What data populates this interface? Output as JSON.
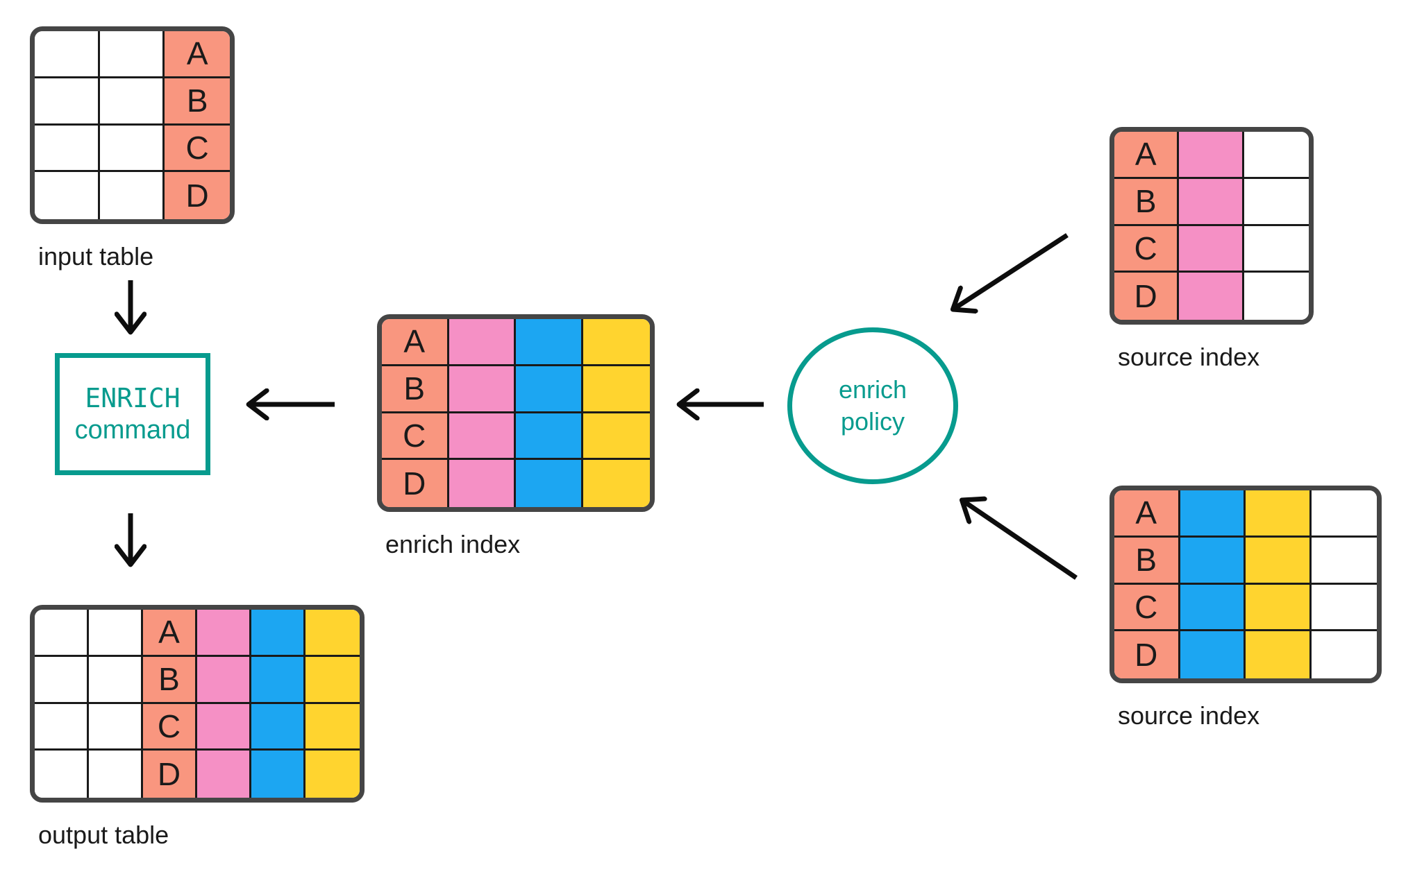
{
  "diagram": {
    "colors": {
      "white": "#ffffff",
      "salmon": "#f9967f",
      "pink": "#f590c5",
      "blue": "#1ca6f2",
      "yellow": "#ffd42f",
      "teal": "#079b8e",
      "table_border": "#454545",
      "grid_line": "#1a1a1a",
      "arrow": "#0d0d0d",
      "text": "#1a1a1a"
    },
    "tables": [
      {
        "id": "input-table",
        "label": "input table",
        "rows": 4,
        "columns": [
          "white",
          "white",
          "salmon"
        ],
        "letter_col": 2,
        "letters": [
          "A",
          "B",
          "C",
          "D"
        ]
      },
      {
        "id": "enrich-index",
        "label": "enrich index",
        "rows": 4,
        "columns": [
          "salmon",
          "pink",
          "blue",
          "yellow"
        ],
        "letter_col": 0,
        "letters": [
          "A",
          "B",
          "C",
          "D"
        ]
      },
      {
        "id": "source-index-top",
        "label": "source index",
        "rows": 4,
        "columns": [
          "salmon",
          "pink",
          "white"
        ],
        "letter_col": 0,
        "letters": [
          "A",
          "B",
          "C",
          "D"
        ]
      },
      {
        "id": "source-index-bottom",
        "label": "source index",
        "rows": 4,
        "columns": [
          "salmon",
          "blue",
          "yellow",
          "white"
        ],
        "letter_col": 0,
        "letters": [
          "A",
          "B",
          "C",
          "D"
        ]
      },
      {
        "id": "output-table",
        "label": "output table",
        "rows": 4,
        "columns": [
          "white",
          "white",
          "salmon",
          "pink",
          "blue",
          "yellow"
        ],
        "letter_col": 2,
        "letters": [
          "A",
          "B",
          "C",
          "D"
        ]
      }
    ],
    "nodes": {
      "enrich_command": {
        "line1": "ENRICH",
        "line2": "command"
      },
      "enrich_policy": {
        "line1": "enrich",
        "line2": "policy"
      }
    }
  }
}
